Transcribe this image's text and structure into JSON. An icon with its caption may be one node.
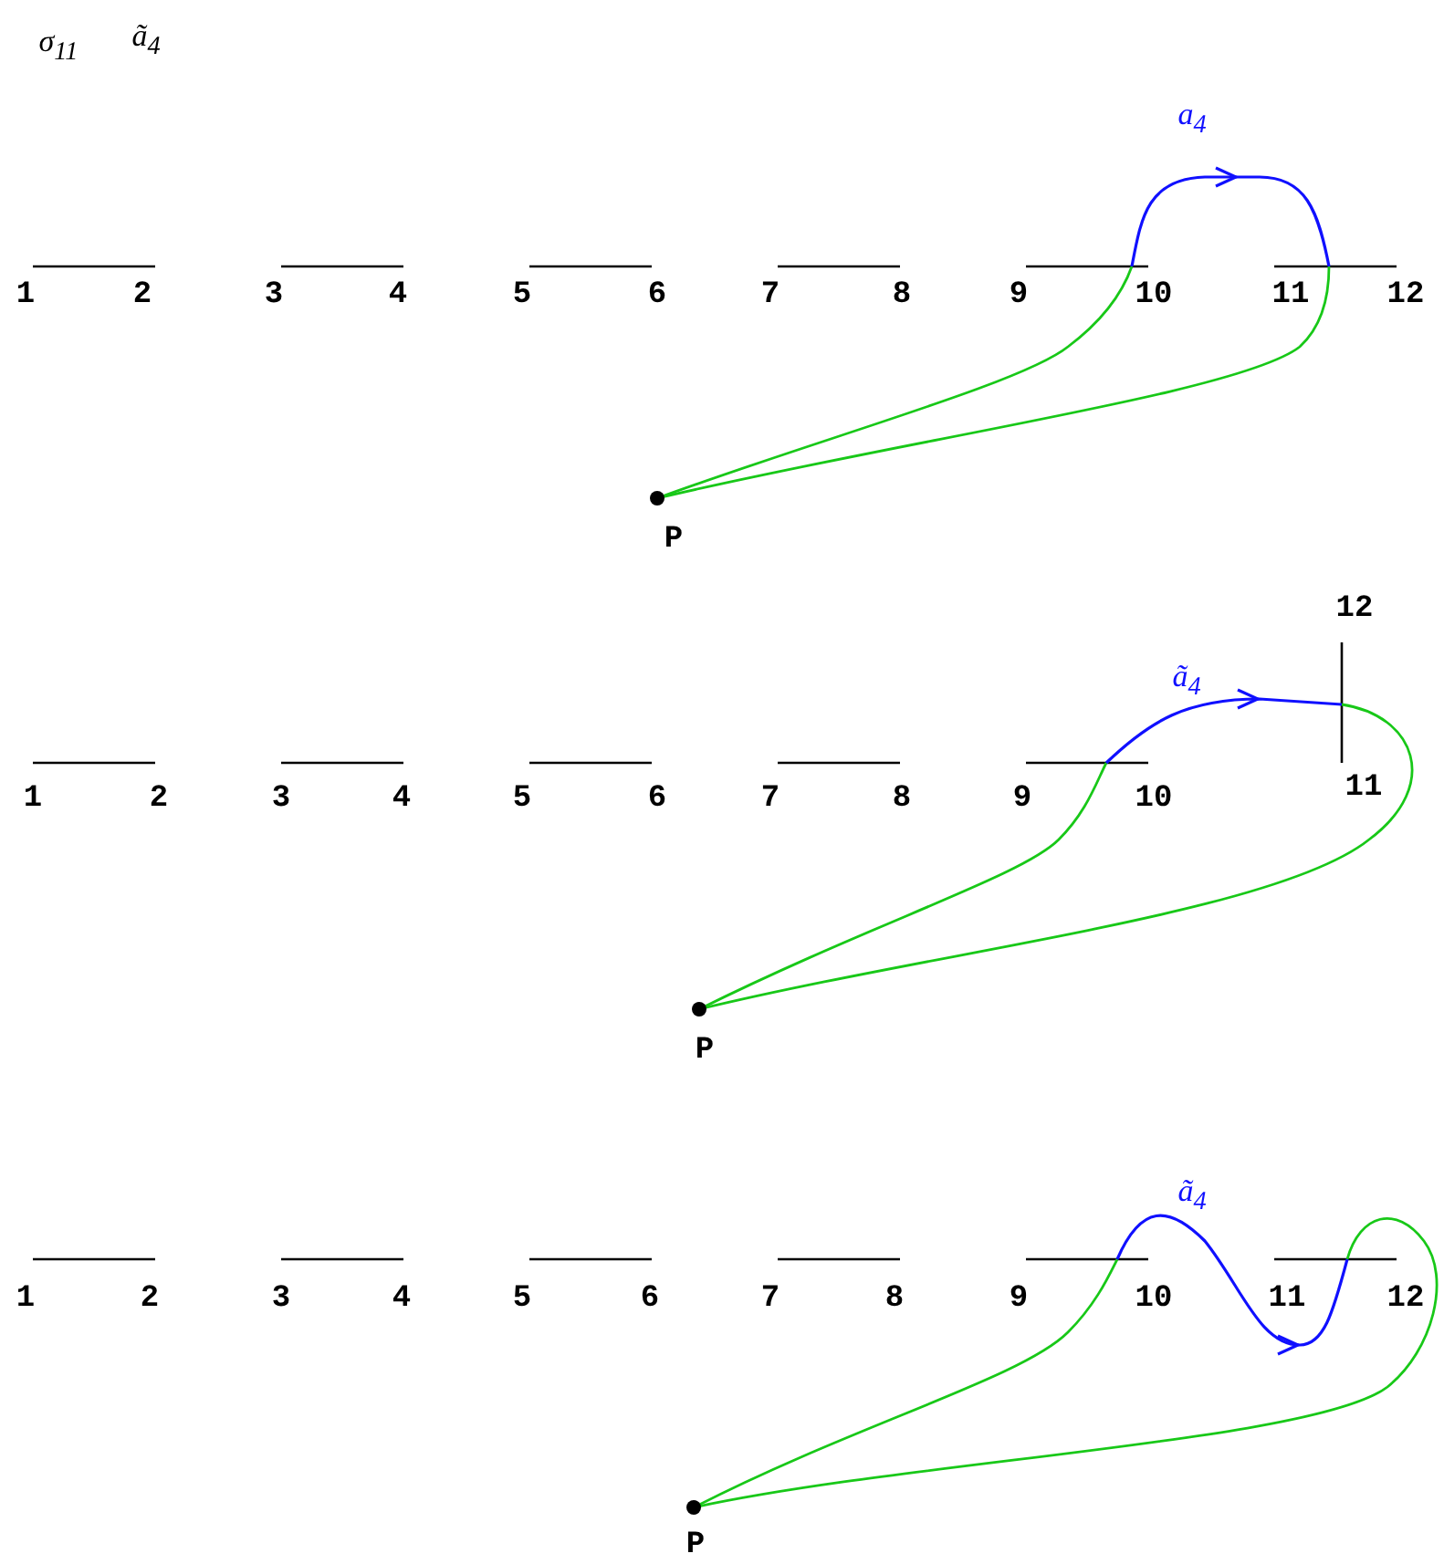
{
  "diagram": {
    "labels": [
      "σ$_{11}$",
      "ã$_{4}$",
      "a$_{4}$",
      "1",
      "2",
      "3",
      "4",
      "5",
      "6",
      "7",
      "8",
      "9",
      "10",
      "11",
      "12",
      "P",
      "12",
      "ã$_{4}$",
      "1",
      "2",
      "3",
      "4",
      "5",
      "6",
      "7",
      "8",
      "9",
      "10",
      "11",
      "P",
      "ã$_{4}$",
      "1",
      "2",
      "3",
      "4",
      "5",
      "6",
      "7",
      "8",
      "9",
      "10",
      "11",
      "12",
      "P"
    ]
  }
}
